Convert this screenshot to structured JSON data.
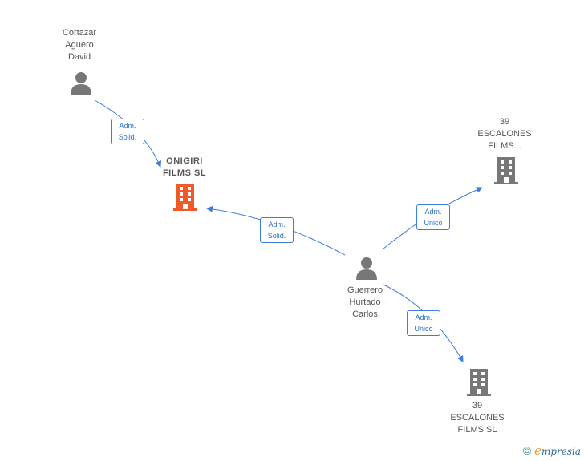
{
  "nodes": {
    "cortazar": {
      "label": "Cortazar\nAguero\nDavid",
      "icon": "person-icon"
    },
    "onigiri": {
      "label": "ONIGIRI\nFILMS  SL",
      "icon": "building-icon",
      "color": "#f05a28"
    },
    "escalones_top": {
      "label": "39\nESCALONES\nFILMS...",
      "icon": "building-icon",
      "color": "#777777"
    },
    "guerrero": {
      "label": "Guerrero\nHurtado\nCarlos",
      "icon": "person-icon"
    },
    "escalones_bottom": {
      "label": "39\nESCALONES\nFILMS SL",
      "icon": "building-icon",
      "color": "#777777"
    }
  },
  "edges": {
    "cortazar_onigiri": "Adm.\nSolid.",
    "guerrero_onigiri": "Adm.\nSolid.",
    "guerrero_escalones_top": "Adm.\nUnico",
    "guerrero_escalones_bottom": "Adm.\nUnico"
  },
  "colors": {
    "edge": "#3b7ddd",
    "person": "#777777"
  },
  "footer": {
    "copyright": "©",
    "brand_initial": "e",
    "brand_rest": "mpresia"
  }
}
